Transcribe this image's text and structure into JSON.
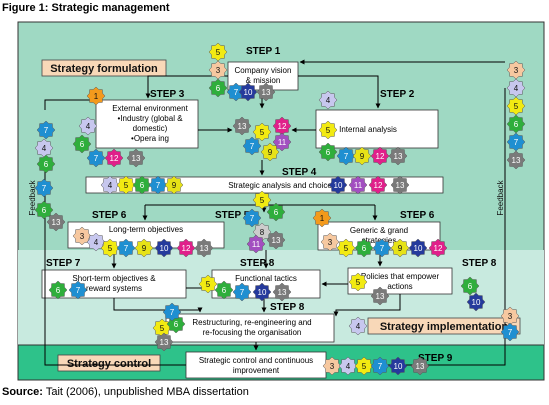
{
  "figure": {
    "title_prefix": "Figure 1:",
    "title_text": "Strategic management",
    "source_prefix": "Source:",
    "source_text": "Tait (2006), unpublished MBA dissertation"
  },
  "phases": {
    "formulation": "Strategy formulation",
    "implementation": "Strategy implementation",
    "control": "Strategy control"
  },
  "feedback_label": "Feedback",
  "steps": {
    "s1": "STEP 1",
    "s2": "STEP 2",
    "s3": "STEP 3",
    "s4": "STEP 4",
    "s5": "STEP 5",
    "s6a": "STEP 6",
    "s6b": "STEP 6",
    "s7": "STEP 7",
    "s8a": "STEP 8",
    "s8b": "STEP 8",
    "s8c": "STEP 8",
    "s9": "STEP 9"
  },
  "boxes": {
    "vision": [
      "Company vision",
      "& mission"
    ],
    "external": [
      "External environment",
      "•Industry (global &",
      "domestic)",
      "•Opera ing"
    ],
    "internal": [
      "Internal analysis"
    ],
    "analysis": [
      "Strategic analysis and choice"
    ],
    "longterm": [
      "Long-term objectives"
    ],
    "generic": [
      "Generic & grand",
      "strategies"
    ],
    "shortterm": [
      "Short-term objectives &",
      "reward systems"
    ],
    "functional": [
      "Functional tactics"
    ],
    "policies": [
      "Policies that empower",
      "actions"
    ],
    "restructuring": [
      "Restructuring, re-engineering and",
      "re-focusing the organisation"
    ],
    "control": [
      "Strategic control and continuous",
      "improvement"
    ]
  },
  "badge_colors": {
    "1": "#f39a1c",
    "3": "#f6c8a0",
    "4": "#c7c7ee",
    "5": "#f2ea12",
    "6": "#2fae3c",
    "7": "#1f8fd1",
    "9": "#e6e217",
    "10": "#253a9c",
    "11": "#a24fc0",
    "12": "#e0208a",
    "13": "#7a7a7a"
  },
  "badge_groups": [
    {
      "id": "vision",
      "items": [
        "5",
        "3",
        "6",
        "7",
        "10",
        "13"
      ]
    },
    {
      "id": "external",
      "items": [
        "1",
        "4",
        "6",
        "7",
        "12",
        "13"
      ]
    },
    {
      "id": "internal",
      "items": [
        "4",
        "5",
        "6",
        "7",
        "9",
        "12",
        "13"
      ]
    },
    {
      "id": "center-top",
      "items": [
        "13",
        "5",
        "12",
        "11",
        "7",
        "9"
      ]
    },
    {
      "id": "analysis",
      "items": [
        "4",
        "5",
        "6",
        "7",
        "9",
        "10",
        "11",
        "12",
        "13"
      ]
    },
    {
      "id": "center-mid",
      "items": [
        "5",
        "6",
        "7",
        "8",
        "11",
        "13"
      ]
    },
    {
      "id": "longterm",
      "items": [
        "3",
        "4",
        "5",
        "7",
        "9",
        "10",
        "12",
        "13"
      ]
    },
    {
      "id": "generic",
      "items": [
        "1",
        "3",
        "5",
        "6",
        "7",
        "9",
        "10",
        "12"
      ]
    },
    {
      "id": "shortterm",
      "items": [
        "6",
        "7"
      ]
    },
    {
      "id": "functional",
      "items": [
        "5",
        "6",
        "7",
        "10",
        "13"
      ]
    },
    {
      "id": "policies",
      "items": [
        "5",
        "13"
      ]
    },
    {
      "id": "impl-right",
      "items": [
        "6",
        "10"
      ]
    },
    {
      "id": "restructuring",
      "items": [
        "5",
        "6",
        "7",
        "13"
      ]
    },
    {
      "id": "implementation",
      "items": [
        "4"
      ]
    },
    {
      "id": "control",
      "items": [
        "3",
        "4",
        "5",
        "7",
        "10",
        "13"
      ]
    },
    {
      "id": "left-feedback",
      "items": [
        "7",
        "4",
        "6",
        "7",
        "6",
        "13"
      ]
    },
    {
      "id": "right-feedback",
      "items": [
        "3",
        "4",
        "5",
        "6",
        "7",
        "13",
        "3",
        "7"
      ]
    }
  ]
}
